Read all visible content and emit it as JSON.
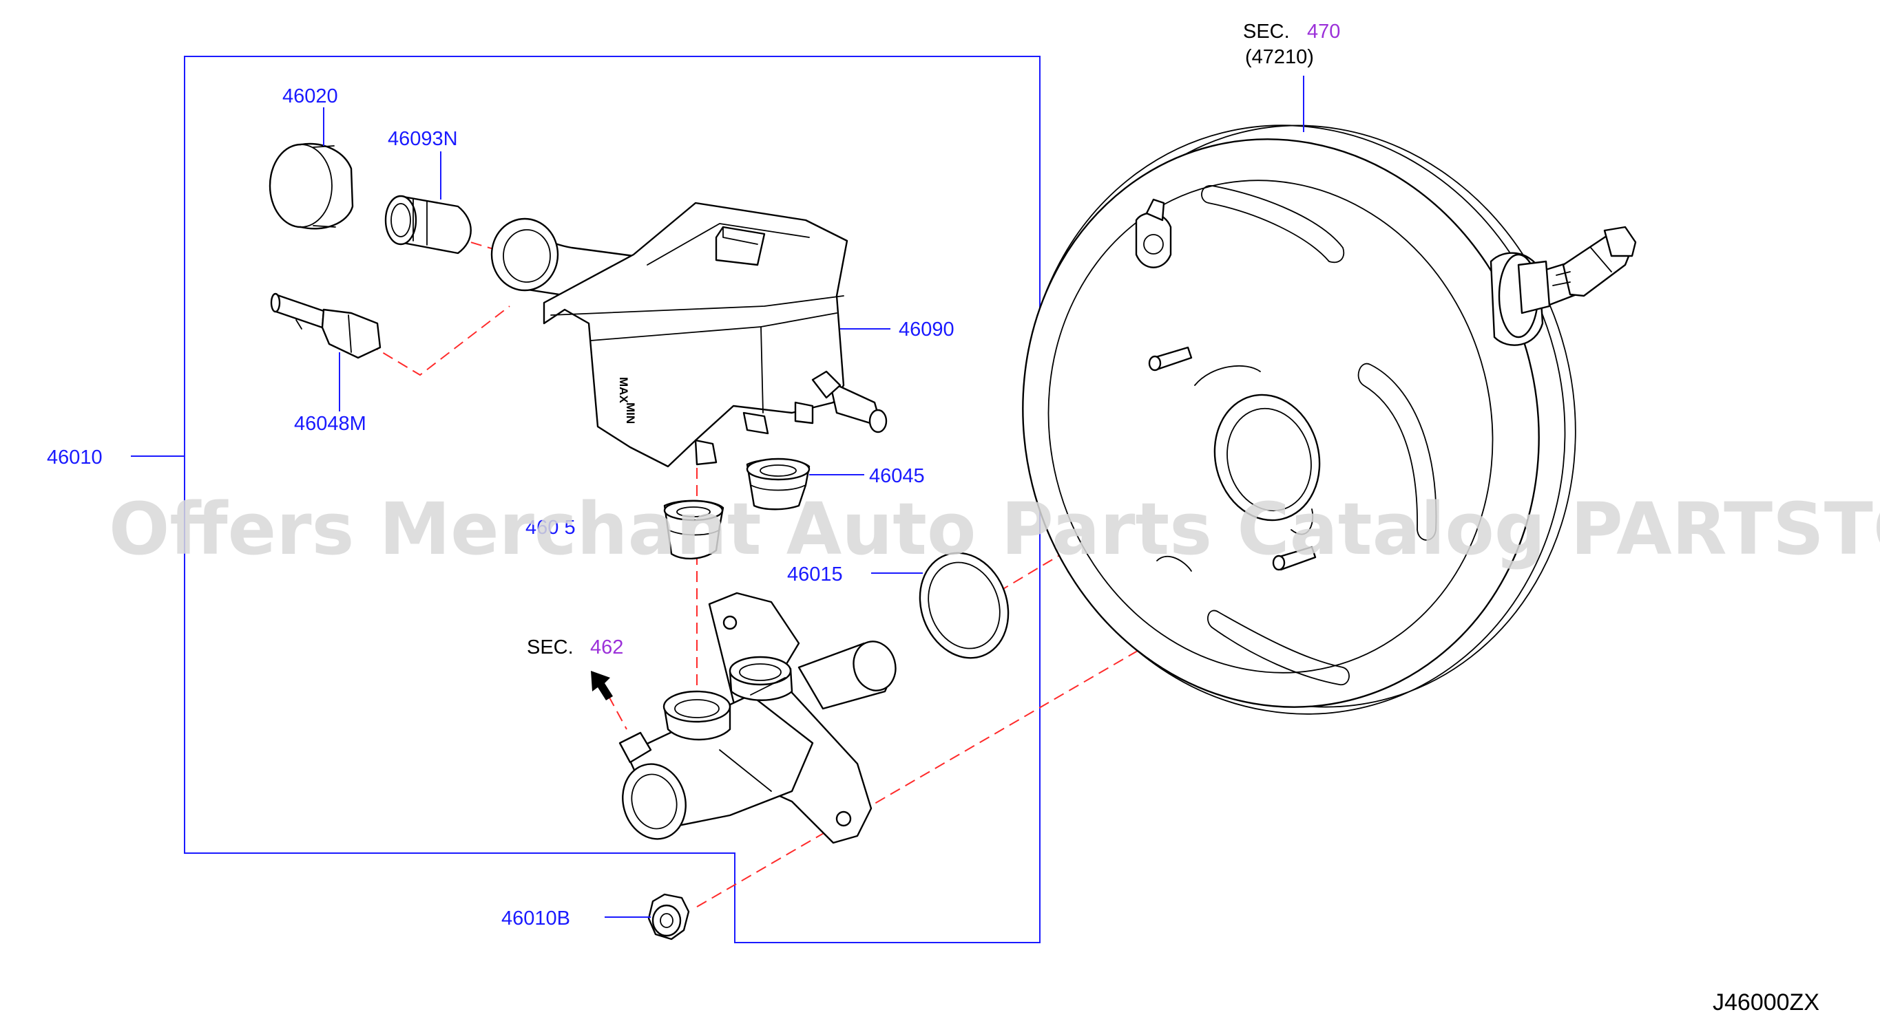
{
  "parts": {
    "p46020": "46020",
    "p46093N": "46093N",
    "p46090": "46090",
    "p46048M": "46048M",
    "p46010": "46010",
    "p46045": "46045",
    "p46015": "46015",
    "p46010B": "46010B",
    "p46045_obscured": "460 5"
  },
  "sections": {
    "top": {
      "label": "SEC.",
      "number": "470",
      "sub": "(47210)"
    },
    "mid": {
      "label": "SEC.",
      "number": "462"
    }
  },
  "reservoir_marks": {
    "max": "MAX",
    "min": "MIN"
  },
  "diagram_code": "J46000ZX",
  "watermark": "Offers Merchant Auto Parts Catalog PARTSTORE.SA",
  "colors": {
    "part_number": "#1a1aff",
    "section_number": "#9b30d9",
    "dashed_guide": "#ff2a2a",
    "frame": "#1a1aff",
    "watermark": "#d9d9d9"
  }
}
